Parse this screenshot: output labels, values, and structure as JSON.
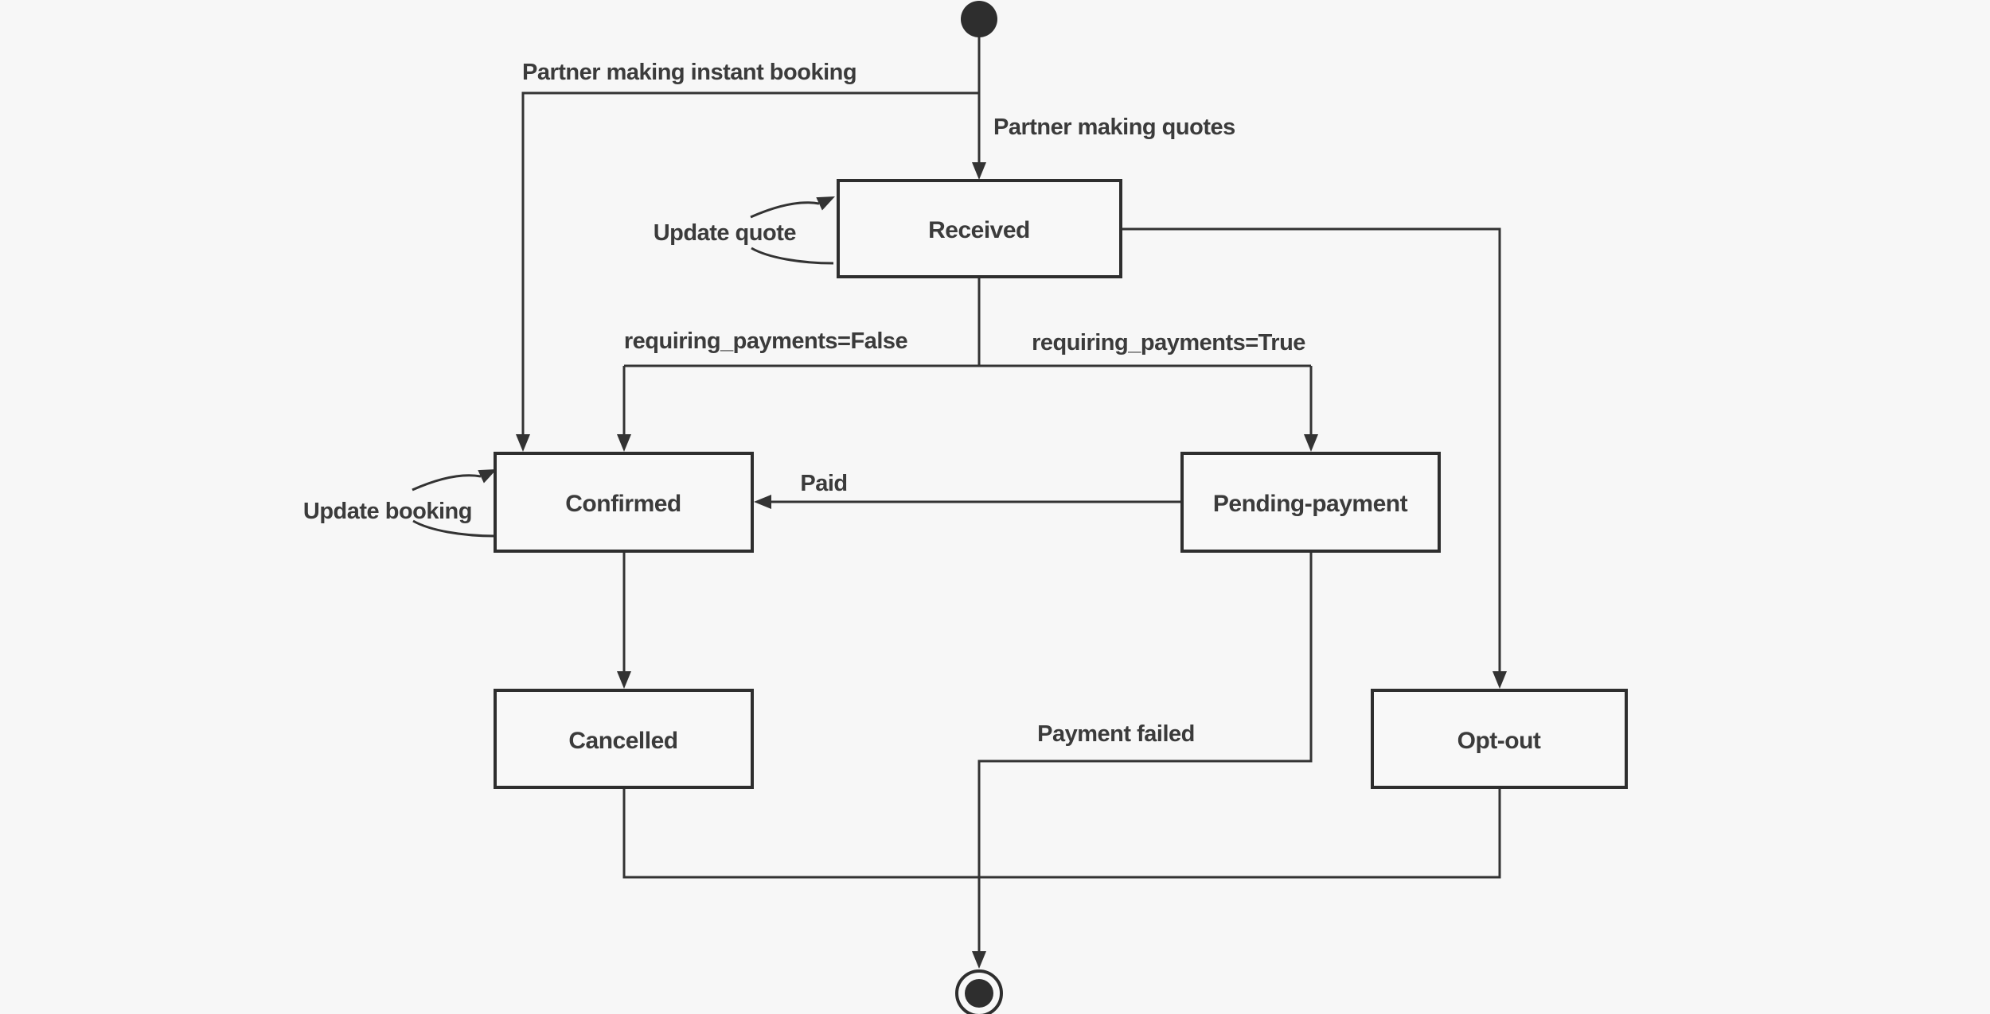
{
  "diagram": {
    "type": "uml-state-machine",
    "background_color": "#f7f7f7",
    "line_color": "#333333",
    "box_border_color": "#2e2e2e",
    "text_color": "#3b3b3b",
    "pseudostates": [
      {
        "id": "initial",
        "kind": "initial-state"
      },
      {
        "id": "final",
        "kind": "final-state"
      }
    ],
    "states": [
      {
        "id": "received",
        "label": "Received"
      },
      {
        "id": "confirmed",
        "label": "Confirmed"
      },
      {
        "id": "pending_payment",
        "label": "Pending-payment"
      },
      {
        "id": "cancelled",
        "label": "Cancelled"
      },
      {
        "id": "opt_out",
        "label": "Opt-out"
      }
    ],
    "transitions": [
      {
        "label": "Partner making instant booking",
        "from": "initial",
        "to": "Confirmed"
      },
      {
        "label": "Partner making quotes",
        "from": "initial",
        "to": "Received"
      },
      {
        "label": "Update quote",
        "from": "Received",
        "to": "Received"
      },
      {
        "label": "requiring_payments=False",
        "from": "Received",
        "to": "Confirmed"
      },
      {
        "label": "requiring_payments=True",
        "from": "Received",
        "to": "Pending-payment"
      },
      {
        "label": "Update booking",
        "from": "Confirmed",
        "to": "Confirmed"
      },
      {
        "label": "Paid",
        "from": "Pending-payment",
        "to": "Confirmed"
      },
      {
        "label": "Payment failed",
        "from": "Pending-payment",
        "to": "final"
      },
      {
        "label": "",
        "from": "Received",
        "to": "Opt-out"
      },
      {
        "label": "",
        "from": "Confirmed",
        "to": "Cancelled"
      },
      {
        "label": "",
        "from": "Cancelled",
        "to": "final"
      },
      {
        "label": "",
        "from": "Opt-out",
        "to": "final"
      }
    ]
  }
}
